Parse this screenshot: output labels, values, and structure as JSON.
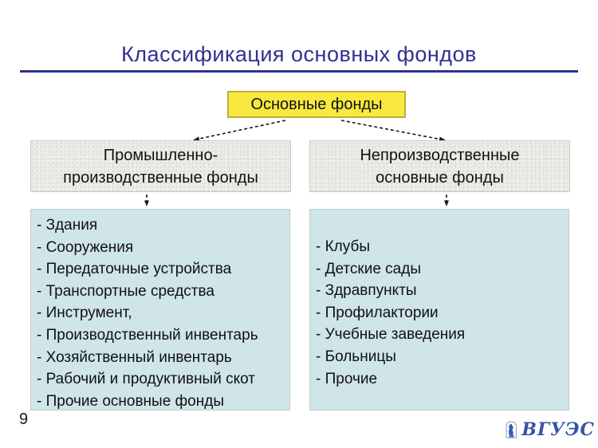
{
  "slide": {
    "title": "Классификация основных фондов",
    "page_number": "9"
  },
  "root_node": {
    "label": "Основные фонды"
  },
  "branches": {
    "left": {
      "title_line1": "Промышленно-",
      "title_line2": "производственные фонды",
      "items": [
        "- Здания",
        "- Сооружения",
        "- Передаточные устройства",
        "- Транспортные средства",
        "- Инструмент,",
        "- Производственный инвентарь",
        "- Хозяйственный инвентарь",
        "- Рабочий и продуктивный скот",
        "- Прочие основные фонды"
      ]
    },
    "right": {
      "title_line1": "Непроизводственные",
      "title_line2": "основные фонды",
      "items": [
        "- Клубы",
        "- Детские сады",
        "- Здравпункты",
        "- Профилактории",
        "- Учебные заведения",
        "- Больницы",
        "- Прочие"
      ]
    }
  },
  "logo": {
    "text": "ВГУЭС"
  },
  "colors": {
    "title_navy": "#2e3192",
    "root_fill": "#f9e840",
    "root_border": "#bfae39",
    "branch_fill": "#eaeae6",
    "panel_fill": "#cfe5e8",
    "logo_blue": "#3752a8",
    "arrow_black": "#1a1a1a"
  }
}
